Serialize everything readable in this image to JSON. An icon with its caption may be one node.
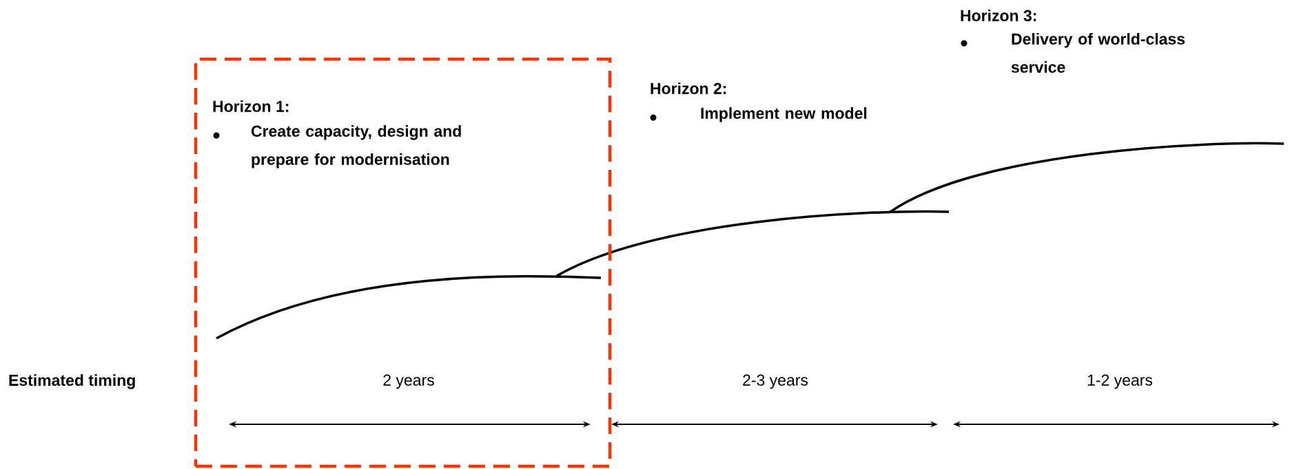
{
  "diagram": {
    "nodes": [
      {
        "text": [
          "Horizon 1:",
          "Create capacity, design and prepare for modernisation"
        ]
      }
    ],
    "labels": [
      "Horizon 3:",
      "Delivery of world-class service",
      "Horizon 2:",
      "Implement new model",
      "Estimated timing",
      "2 years",
      "2-3 years",
      "1-2 years"
    ]
  }
}
